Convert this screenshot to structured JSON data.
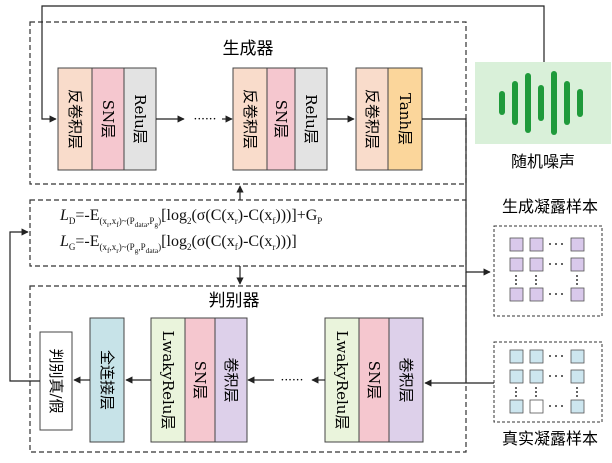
{
  "generator": {
    "title": "生成器",
    "block1": [
      "反卷积层",
      "SN层",
      "Relu层"
    ],
    "block2": [
      "反卷积层",
      "SN层",
      "Relu层"
    ],
    "block3": [
      "反卷积层",
      "Tanh层"
    ],
    "ellipsis": "······"
  },
  "noise_label": "随机噪声",
  "generated_samples_label": "生成凝露样本",
  "real_samples_label": "真实凝露样本",
  "loss": {
    "ld": {
      "lhs": "L",
      "lhs_sub": "D",
      "body1": "=-E",
      "sub1": "(x",
      "sub1b": "r",
      "sub1c": ",x",
      "sub1d": "f",
      "sub1e": ")~(P",
      "sub1f": "data",
      "sub1g": ",P",
      "sub1h": "g",
      "sub1i": ")",
      "bracket_open": "[log",
      "log_base": "2",
      "paren": "(σ(C(x",
      "xr": "r",
      "minus": ")-C(x",
      "xf": "f",
      "close": ")))]+G",
      "gp_sub": "P"
    },
    "lg": {
      "lhs": "L",
      "lhs_sub": "G",
      "body1": "=-E",
      "sub1": "(x",
      "sub1b": "f",
      "sub1c": ",x",
      "sub1d": "r",
      "sub1e": ")~(P",
      "sub1f": "g",
      "sub1g": ",P",
      "sub1h": "data",
      "sub1i": ")",
      "bracket_open": "[log",
      "log_base": "2",
      "paren": "(σ(C(x",
      "xf": "f",
      "minus": ")-C(x",
      "xr": "r",
      "close": ")))]"
    }
  },
  "discriminator": {
    "title": "判别器",
    "block1": [
      "LwakyRelu层",
      "SN层",
      "卷积层"
    ],
    "block2": [
      "LwakyRelu层",
      "SN层",
      "卷积层"
    ],
    "fc": "全连接层",
    "output": "判别真/假",
    "ellipsis": "······"
  },
  "colors": {
    "deconv": "#f9dccb",
    "sn": "#f5c7cf",
    "relu": "#e3e3e3",
    "tanh": "#fbd69b",
    "noise_bg": "#d9f0d9",
    "noise_wave": "#1f9a3b",
    "lrelu": "#eaf4dc",
    "conv": "#ddd0ea",
    "fc": "#c7e3e8",
    "gen_cell": "#d9c9eb",
    "real_cell": "#cde6ef"
  }
}
